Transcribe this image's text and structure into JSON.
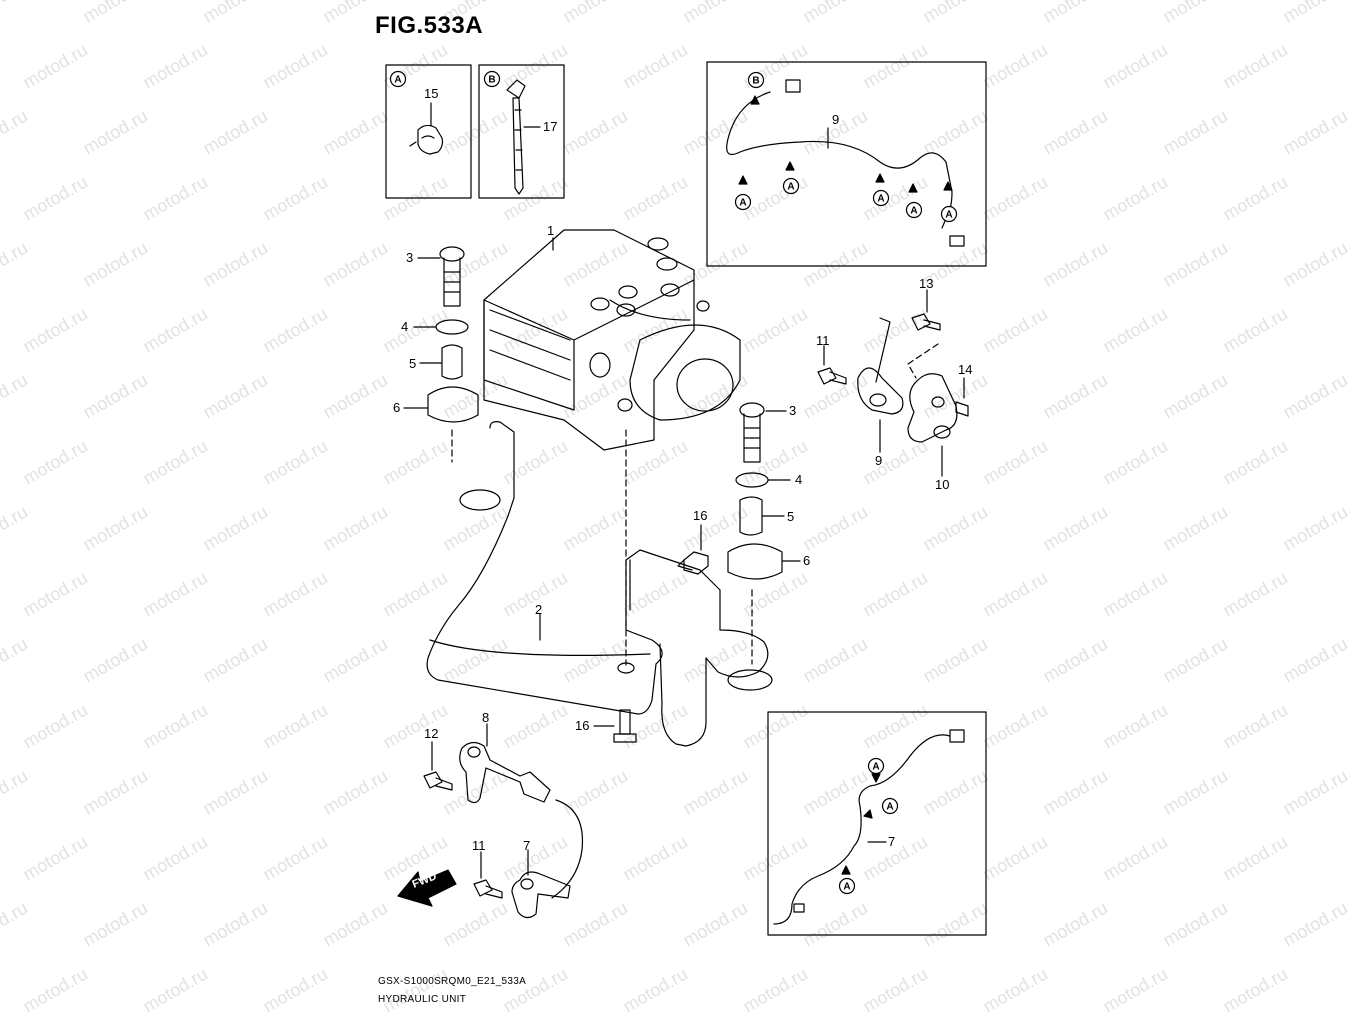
{
  "figure": {
    "title": "FIG.533A"
  },
  "watermark_text": "motod.ru",
  "footer": {
    "model_code": "GSX-S1000SRQM0_E21_533A",
    "unit_name": "HYDRAULIC UNIT"
  },
  "fwd_label": "FWD",
  "badges": {
    "a": "A",
    "b": "B"
  },
  "callouts": [
    {
      "id": "c15",
      "label": "15"
    },
    {
      "id": "c17",
      "label": "17"
    },
    {
      "id": "c9top",
      "label": "9"
    },
    {
      "id": "c1",
      "label": "1"
    },
    {
      "id": "c3l",
      "label": "3"
    },
    {
      "id": "c4l",
      "label": "4"
    },
    {
      "id": "c5l",
      "label": "5"
    },
    {
      "id": "c6l",
      "label": "6"
    },
    {
      "id": "c3r",
      "label": "3"
    },
    {
      "id": "c4r",
      "label": "4"
    },
    {
      "id": "c5r",
      "label": "5"
    },
    {
      "id": "c6r",
      "label": "6"
    },
    {
      "id": "c13",
      "label": "13"
    },
    {
      "id": "c11r",
      "label": "11"
    },
    {
      "id": "c14",
      "label": "14"
    },
    {
      "id": "c9r",
      "label": "9"
    },
    {
      "id": "c10",
      "label": "10"
    },
    {
      "id": "c16a",
      "label": "16"
    },
    {
      "id": "c2",
      "label": "2"
    },
    {
      "id": "c16b",
      "label": "16"
    },
    {
      "id": "c12",
      "label": "12"
    },
    {
      "id": "c8",
      "label": "8"
    },
    {
      "id": "c11l",
      "label": "11"
    },
    {
      "id": "c7l",
      "label": "7"
    },
    {
      "id": "c7box",
      "label": "7"
    }
  ]
}
